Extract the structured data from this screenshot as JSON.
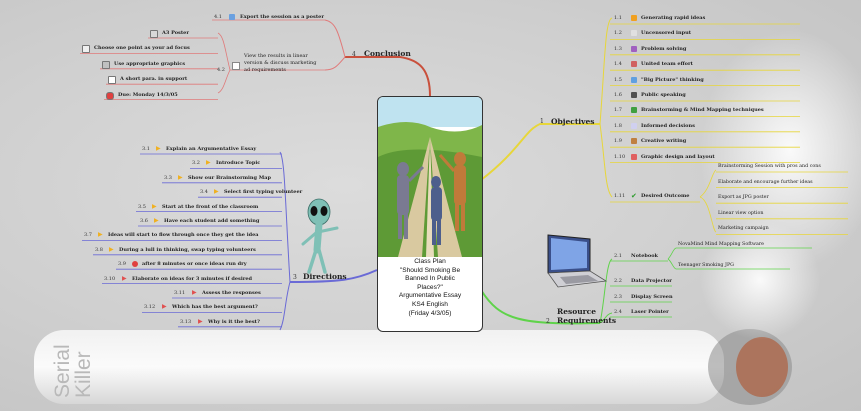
{
  "central": {
    "lines": [
      "Class Plan",
      "\"Should Smoking Be",
      "Banned In Public",
      "Places?\"",
      "Argumentative Essay",
      "KS4 English",
      "(Friday 4/3/05)"
    ]
  },
  "objectives": {
    "number": "1",
    "title": "Objectives",
    "items": [
      {
        "num": "1.1",
        "label": "Generating rapid ideas",
        "icon": "lightbulb-icon"
      },
      {
        "num": "1.2",
        "label": "Uncensored input",
        "icon": "pencil-icon"
      },
      {
        "num": "1.3",
        "label": "Problem solving",
        "icon": "puzzle-icon"
      },
      {
        "num": "1.4",
        "label": "United team effort",
        "icon": "team-icon"
      },
      {
        "num": "1.5",
        "label": "\"Big Picture\" thinking",
        "icon": "brush-icon"
      },
      {
        "num": "1.6",
        "label": "Public speaking",
        "icon": "microphone-icon"
      },
      {
        "num": "1.7",
        "label": "Brainstorming & Mind Mapping techniques",
        "icon": "mindmap-icon"
      },
      {
        "num": "1.8",
        "label": "Informed decisions",
        "icon": "book-icon"
      },
      {
        "num": "1.9",
        "label": "Creative writing",
        "icon": "quill-icon"
      },
      {
        "num": "1.10",
        "label": "Graphic design and layout",
        "icon": "palette-icon"
      }
    ],
    "desired": {
      "num": "1.11",
      "label": "Desired Outcome",
      "icon": "checkmark-icon",
      "items": [
        "Brainstorming Session with pros and cons",
        "Elaborate and encourage further ideas",
        "Export as JPG poster",
        "Linear view option",
        "Marketing campaign"
      ]
    }
  },
  "resources": {
    "number": "2",
    "title_line1": "Resource",
    "title_line2": "Requirements",
    "items": [
      {
        "num": "2.1",
        "label": "Notebook"
      },
      {
        "num": "2.2",
        "label": "Data Projector"
      },
      {
        "num": "2.3",
        "label": "Display Screen"
      },
      {
        "num": "2.4",
        "label": "Laser Pointer"
      }
    ],
    "notebook_items": [
      "NovaMind Mind Mapping Software",
      "Teenager Smoking JPG"
    ]
  },
  "directions": {
    "number": "3",
    "title": "Directions",
    "items": [
      {
        "num": "3.1",
        "label": "Explain an Argumentative Essay",
        "icon": "arrow-icon"
      },
      {
        "num": "3.2",
        "label": "Introduce Topic",
        "icon": "arrow-icon"
      },
      {
        "num": "3.3",
        "label": "Show our Brainstorming Map",
        "icon": "arrow-icon"
      },
      {
        "num": "3.4",
        "label": "Select first typing volunteer",
        "icon": "arrow-icon"
      },
      {
        "num": "3.5",
        "label": "Start at the front of the classroom",
        "icon": "arrow-icon"
      },
      {
        "num": "3.6",
        "label": "Have each student add something",
        "icon": "arrow-icon"
      },
      {
        "num": "3.7",
        "label": "Ideas will start to flow through once they get the idea",
        "icon": "arrow-icon"
      },
      {
        "num": "3.8",
        "label": "During a lull in thinking, swap typing volunteers",
        "icon": "arrow-icon"
      },
      {
        "num": "3.9",
        "label": "after 8 minutes or once ideas run dry",
        "icon": "stop-icon"
      },
      {
        "num": "3.10",
        "label": "Elaborate on ideas for 3 minutes if desired",
        "icon": "arrow-icon"
      },
      {
        "num": "3.11",
        "label": "Assess the responses",
        "icon": "arrow-icon"
      },
      {
        "num": "3.12",
        "label": "Which has the best argument?",
        "icon": "arrow-icon"
      },
      {
        "num": "3.13",
        "label": "Why is it the best?",
        "icon": "arrow-icon"
      }
    ]
  },
  "conclusion": {
    "number": "4",
    "title": "Conclusion",
    "items": [
      {
        "num": "4.1",
        "label": "Export the session as a poster",
        "icon": "export-icon"
      },
      {
        "num": "4.2",
        "label_lines": [
          "View the results in linear",
          "version & discuss marketing",
          "ad requirements"
        ],
        "icon": "document-icon"
      }
    ],
    "sub_items": [
      {
        "label": "A3 Poster",
        "icon": "poster-icon"
      },
      {
        "label": "Choose one point as your ad focus",
        "icon": "target-icon"
      },
      {
        "label": "Use appropriate graphics",
        "icon": "graphics-icon"
      },
      {
        "label": "A short para. in support",
        "icon": "paragraph-icon"
      },
      {
        "label": "Due: Monday 14/3/05",
        "icon": "clock-icon"
      }
    ]
  },
  "cigarette": {
    "brand_line1": "Serial",
    "brand_line2": "Killer"
  },
  "colors": {
    "objectives": "#e7d63a",
    "resources": "#5fd34a",
    "directions": "#6a6ad6",
    "conclusion": "#e07a7a",
    "conclusion_dark": "#c9503c"
  }
}
